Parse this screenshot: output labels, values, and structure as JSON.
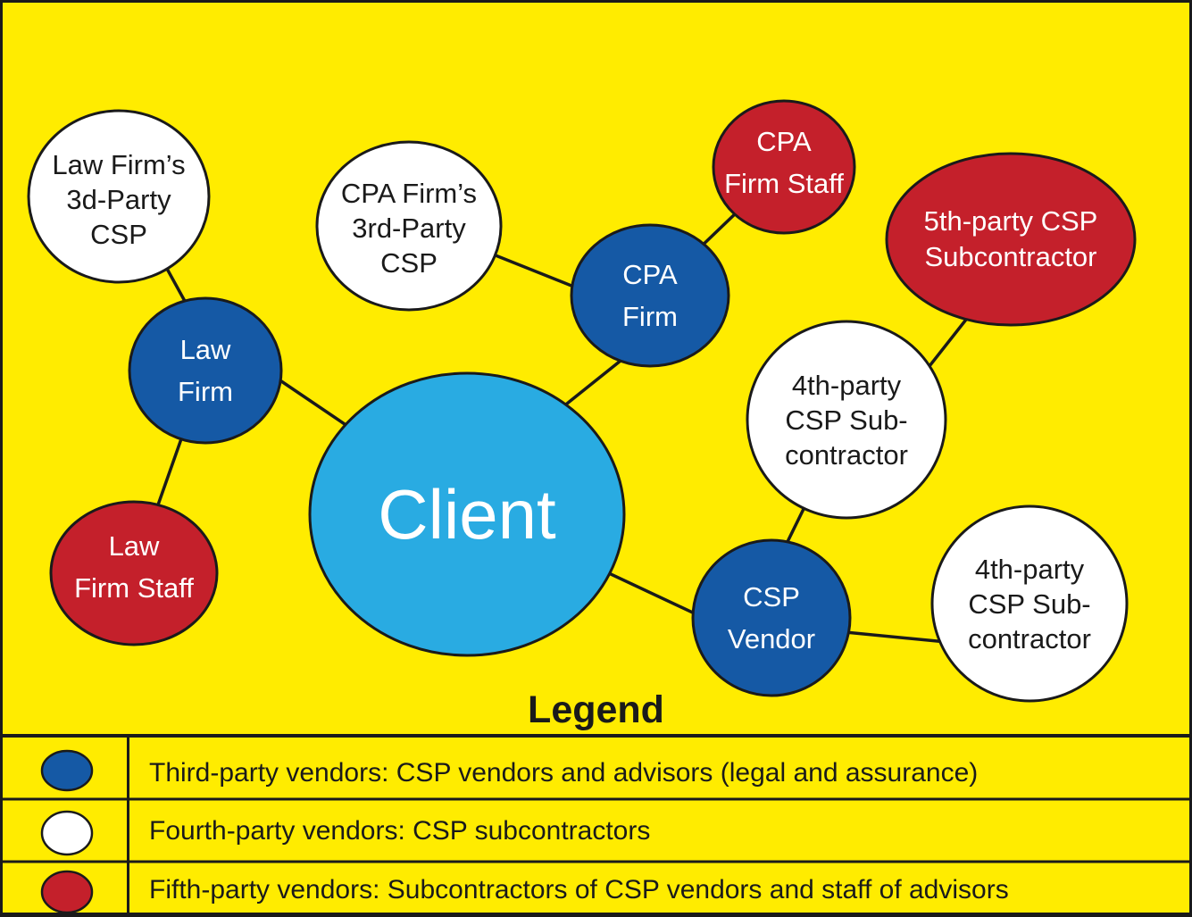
{
  "palette": {
    "background_yellow": "#FFEC00",
    "third_party_blue": "#1559A5",
    "fourth_party_white": "#FFFFFF",
    "fifth_party_red": "#C4202B",
    "client_cyan": "#29ABE2",
    "outline_black": "#1A1A1A"
  },
  "nodes": {
    "client": {
      "label": "Client"
    },
    "law_firm_csp": {
      "lines": [
        "Law Firm’s",
        "3d-Party",
        "CSP"
      ]
    },
    "cpa_firm_csp": {
      "lines": [
        "CPA Firm’s",
        "3rd-Party",
        "CSP"
      ]
    },
    "law_firm": {
      "lines": [
        "Law",
        "Firm"
      ]
    },
    "cpa_firm": {
      "lines": [
        "CPA",
        "Firm"
      ]
    },
    "law_firm_staff": {
      "lines": [
        "Law",
        "Firm Staff"
      ]
    },
    "cpa_firm_staff": {
      "lines": [
        "CPA",
        "Firm Staff"
      ]
    },
    "fifth_party_sub": {
      "lines": [
        "5th-party CSP",
        "Subcontractor"
      ]
    },
    "fourth_party_sub_upper": {
      "lines": [
        "4th-party",
        "CSP Sub-",
        "contractor"
      ]
    },
    "fourth_party_sub_lower": {
      "lines": [
        "4th-party",
        "CSP Sub-",
        "contractor"
      ]
    },
    "csp_vendor": {
      "lines": [
        "CSP",
        "Vendor"
      ]
    }
  },
  "edges": [
    {
      "from": "law_firm_csp",
      "to": "law_firm"
    },
    {
      "from": "law_firm",
      "to": "client"
    },
    {
      "from": "law_firm",
      "to": "law_firm_staff"
    },
    {
      "from": "cpa_firm_csp",
      "to": "cpa_firm"
    },
    {
      "from": "cpa_firm",
      "to": "client"
    },
    {
      "from": "cpa_firm",
      "to": "cpa_firm_staff"
    },
    {
      "from": "fifth_party_sub",
      "to": "fourth_party_sub_upper"
    },
    {
      "from": "fourth_party_sub_upper",
      "to": "csp_vendor"
    },
    {
      "from": "client",
      "to": "csp_vendor"
    },
    {
      "from": "csp_vendor",
      "to": "fourth_party_sub_lower"
    }
  ],
  "legend": {
    "title": "Legend",
    "rows": [
      {
        "swatch": "third-party-blue",
        "label": "Third-party vendors: CSP vendors and advisors (legal and assurance)"
      },
      {
        "swatch": "fourth-party-white",
        "label": "Fourth-party vendors: CSP subcontractors"
      },
      {
        "swatch": "fifth-party-red",
        "label": "Fifth-party vendors: Subcontractors of CSP vendors and staff of advisors"
      }
    ]
  }
}
